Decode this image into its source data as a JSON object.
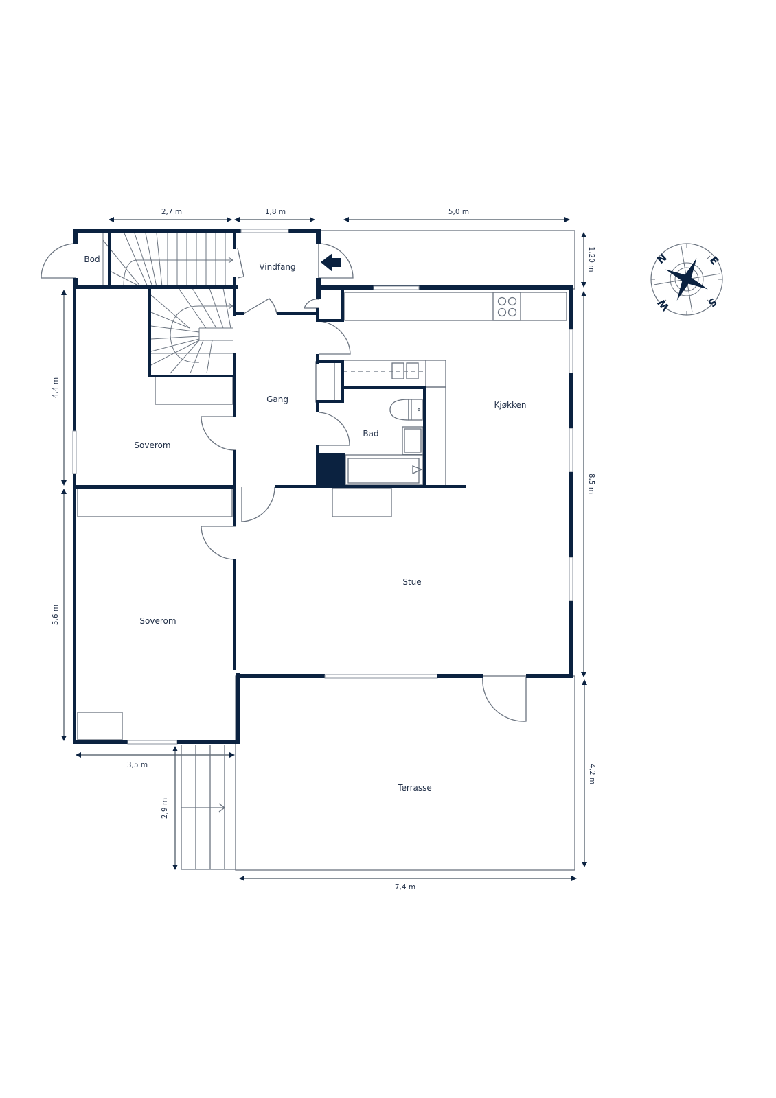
{
  "floorplan": {
    "colors": {
      "wall": "#0b2240",
      "line": "#6b7480",
      "text": "#24324a",
      "background": "#ffffff"
    },
    "rooms": [
      {
        "id": "bod",
        "label": "Bod"
      },
      {
        "id": "vindfang",
        "label": "Vindfang"
      },
      {
        "id": "gang",
        "label": "Gang"
      },
      {
        "id": "soverom1",
        "label": "Soverom"
      },
      {
        "id": "bad",
        "label": "Bad"
      },
      {
        "id": "kjokken",
        "label": "Kjøkken"
      },
      {
        "id": "soverom2",
        "label": "Soverom"
      },
      {
        "id": "stue",
        "label": "Stue"
      },
      {
        "id": "terrasse",
        "label": "Terrasse"
      }
    ],
    "dimensions": {
      "top_left": "2,7 m",
      "top_middle": "1,8 m",
      "top_right": "5,0 m",
      "right_top": "1,20 m",
      "right_middle": "8,5 m",
      "right_bottom": "4,2 m",
      "left_top": "4,4 m",
      "left_bottom": "5,6 m",
      "bottom_left": "3,5 m",
      "stairs_outside": "2,9 m",
      "bottom_terrace": "7,4 m"
    },
    "compass": {
      "icon": "compass-rose-icon",
      "directions": {
        "n": "N",
        "e": "E",
        "s": "S",
        "w": "W"
      }
    },
    "entrance_icon": "entrance-arrow-icon"
  }
}
